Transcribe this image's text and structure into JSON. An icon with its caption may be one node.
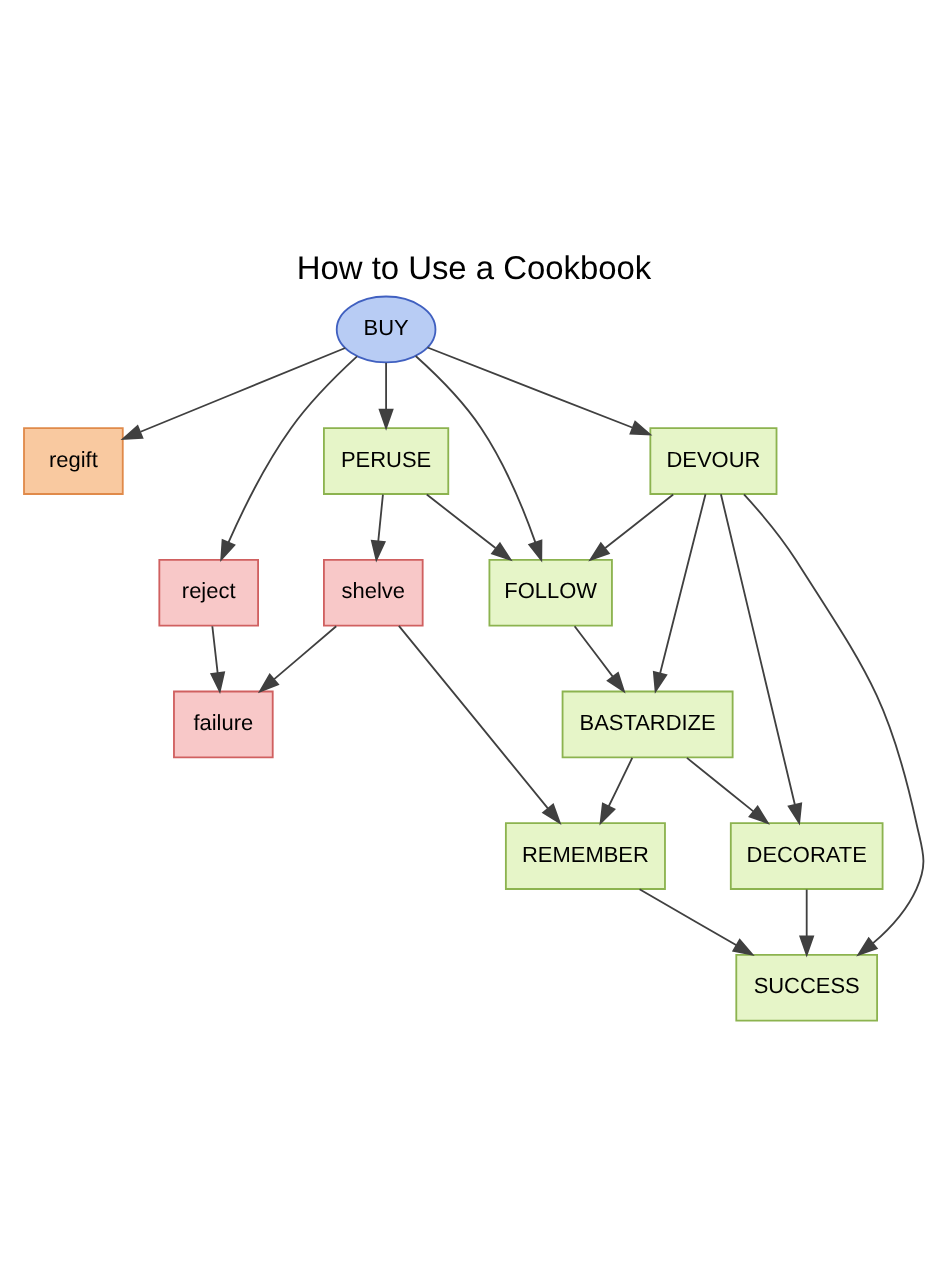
{
  "diagram": {
    "title": "How to Use a Cookbook",
    "nodes": [
      {
        "text": [
          "regift"
        ]
      },
      {
        "text": [
          "reject"
        ]
      },
      {
        "text": [
          "BUY"
        ]
      },
      {
        "text": [
          "DEVOUR"
        ]
      },
      {
        "text": [
          "PERUSE"
        ]
      },
      {
        "text": [
          "FOLLOW"
        ]
      },
      {
        "text": [
          "shelve"
        ]
      },
      {
        "text": [
          "BASTARDIZE"
        ]
      },
      {
        "text": [
          "DECORATE"
        ]
      },
      {
        "text": [
          "REMEMBER"
        ]
      },
      {
        "text": [
          "failure"
        ]
      },
      {
        "text": [
          "SUCCESS"
        ]
      }
    ],
    "edges": [
      {
        "from": 2,
        "to": 0,
        "arrow": "to"
      },
      {
        "from": 2,
        "to": 1,
        "arrow": "to"
      },
      {
        "from": 2,
        "to": 3,
        "arrow": "to"
      },
      {
        "from": 2,
        "to": 5,
        "arrow": "to"
      },
      {
        "from": 2,
        "to": 4,
        "arrow": "to"
      },
      {
        "from": 4,
        "to": 5,
        "arrow": "to"
      },
      {
        "from": 4,
        "to": 6,
        "arrow": "to"
      },
      {
        "from": 3,
        "to": 5,
        "arrow": "to"
      },
      {
        "from": 3,
        "to": 7,
        "arrow": "to"
      },
      {
        "from": 3,
        "to": 8,
        "arrow": "to"
      },
      {
        "from": 3,
        "to": 11,
        "arrow": "to"
      },
      {
        "from": 5,
        "to": 7,
        "arrow": "to"
      },
      {
        "from": 6,
        "to": 9,
        "arrow": "to"
      },
      {
        "from": 7,
        "to": 8,
        "arrow": "to"
      },
      {
        "from": 7,
        "to": 9,
        "arrow": "to"
      },
      {
        "from": 8,
        "to": 11,
        "arrow": "to"
      },
      {
        "from": 9,
        "to": 11,
        "arrow": "to"
      },
      {
        "from": 1,
        "to": 10,
        "arrow": "to"
      },
      {
        "from": 6,
        "to": 10,
        "arrow": "to"
      }
    ]
  }
}
